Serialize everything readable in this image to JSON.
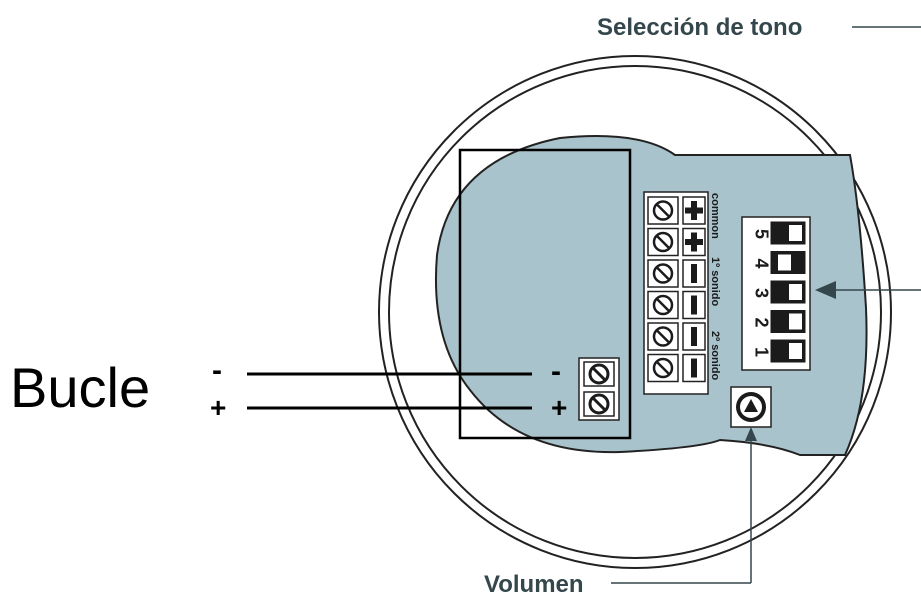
{
  "labels": {
    "tone_selection": "Selección de tono",
    "volume": "Volumen",
    "loop": "Bucle",
    "loop_minus": "-",
    "loop_plus": "+",
    "terminal_minus": "-",
    "terminal_plus": "+",
    "terminal_block_label_1": "common",
    "terminal_block_label_2": "1º sonido",
    "terminal_block_label_3": "2º sonido"
  },
  "dip_switch": {
    "numbers": [
      "5",
      "4",
      "3",
      "2",
      "1"
    ]
  },
  "colors": {
    "board": "#a8c3cb",
    "line": "#000000",
    "leader": "#34474c",
    "text": "#1b1b1b"
  }
}
